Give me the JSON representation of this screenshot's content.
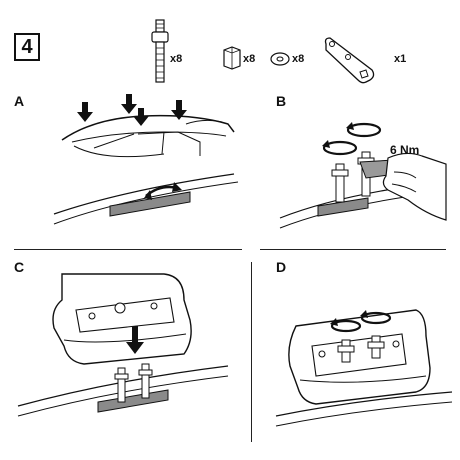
{
  "header": {
    "step_number": "4",
    "parts": [
      {
        "icon": "bolt-icon",
        "quantity": "x8"
      },
      {
        "icon": "nut-icon",
        "quantity": "x8"
      },
      {
        "icon": "washer-icon",
        "quantity": "x8"
      },
      {
        "icon": "wrench-icon",
        "quantity": "x1"
      }
    ]
  },
  "panels": {
    "a": {
      "label": "A"
    },
    "b": {
      "label": "B",
      "torque": "6 Nm"
    },
    "c": {
      "label": "C"
    },
    "d": {
      "label": "D"
    }
  },
  "colors": {
    "ink": "#111111",
    "slot_fill": "#8a8a8a",
    "background": "#ffffff"
  }
}
